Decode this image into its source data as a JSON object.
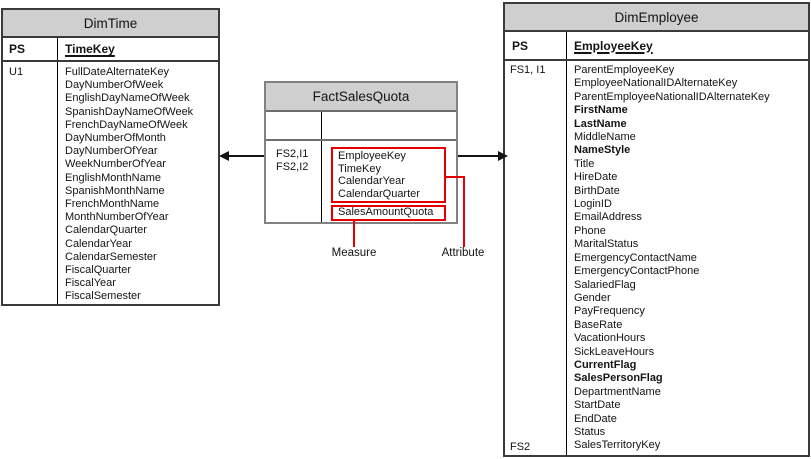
{
  "tables": {
    "dimTime": {
      "title": "DimTime",
      "key_left": "PS",
      "key_right": "TimeKey",
      "body_left": "U1",
      "fields": [
        "FullDateAlternateKey",
        "DayNumberOfWeek",
        "EnglishDayNameOfWeek",
        "SpanishDayNameOfWeek",
        "FrenchDayNameOfWeek",
        "DayNumberOfMonth",
        "DayNumberOfYear",
        "WeekNumberOfYear",
        "EnglishMonthName",
        "SpanishMonthName",
        "FrenchMonthName",
        "MonthNumberOfYear",
        "CalendarQuarter",
        "CalendarYear",
        "CalendarSemester",
        "FiscalQuarter",
        "FiscalYear",
        "FiscalSemester"
      ]
    },
    "factSalesQuota": {
      "title": "FactSalesQuota",
      "key_left": "",
      "key_right": "",
      "left_lines": [
        "FS2,I1",
        "FS2,I2"
      ],
      "attributes": [
        "EmployeeKey",
        "TimeKey",
        "CalendarYear",
        "CalendarQuarter"
      ],
      "measure_fields": [
        "SalesAmountQuota"
      ]
    },
    "dimEmployee": {
      "title": "DimEmployee",
      "key_left": "PS",
      "key_right": "EmployeeKey",
      "left_top": "FS1, I1",
      "left_bottom": "FS2",
      "fields": [
        {
          "name": "ParentEmployeeKey",
          "bold": false
        },
        {
          "name": "EmployeeNationalIDAlternateKey",
          "bold": false
        },
        {
          "name": "ParentEmployeeNationalIDAlternateKey",
          "bold": false
        },
        {
          "name": "FirstName",
          "bold": true
        },
        {
          "name": "LastName",
          "bold": true
        },
        {
          "name": "MiddleName",
          "bold": false
        },
        {
          "name": "NameStyle",
          "bold": true
        },
        {
          "name": "Title",
          "bold": false
        },
        {
          "name": "HireDate",
          "bold": false
        },
        {
          "name": "BirthDate",
          "bold": false
        },
        {
          "name": "LoginID",
          "bold": false
        },
        {
          "name": "EmailAddress",
          "bold": false
        },
        {
          "name": "Phone",
          "bold": false
        },
        {
          "name": "MaritalStatus",
          "bold": false
        },
        {
          "name": "EmergencyContactName",
          "bold": false
        },
        {
          "name": "EmergencyContactPhone",
          "bold": false
        },
        {
          "name": "SalariedFlag",
          "bold": false
        },
        {
          "name": "Gender",
          "bold": false
        },
        {
          "name": "PayFrequency",
          "bold": false
        },
        {
          "name": "BaseRate",
          "bold": false
        },
        {
          "name": "VacationHours",
          "bold": false
        },
        {
          "name": "SickLeaveHours",
          "bold": false
        },
        {
          "name": "CurrentFlag",
          "bold": true
        },
        {
          "name": "SalesPersonFlag",
          "bold": true
        },
        {
          "name": "DepartmentName",
          "bold": false
        },
        {
          "name": "StartDate",
          "bold": false
        },
        {
          "name": "EndDate",
          "bold": false
        },
        {
          "name": "Status",
          "bold": false
        },
        {
          "name": "SalesTerritoryKey",
          "bold": false
        }
      ]
    }
  },
  "annotations": {
    "measure": "Measure",
    "attribute": "Attribute"
  },
  "colors": {
    "header_fill": "#cfcfcf",
    "table_border": "#3a3a3a",
    "fact_border": "#818181",
    "annotation_red": "#e40000",
    "line_black": "#141414"
  }
}
